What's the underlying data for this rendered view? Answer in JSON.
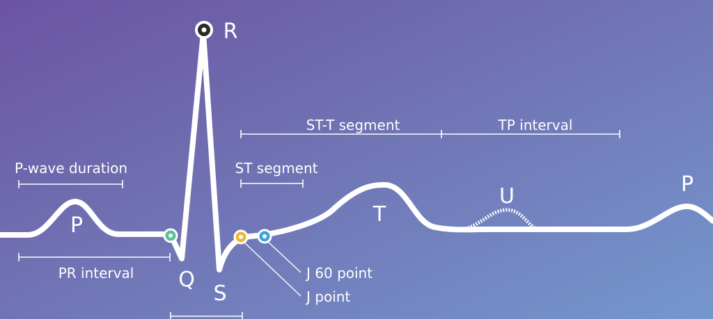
{
  "waves": {
    "p1": "P",
    "q": "Q",
    "r": "R",
    "s": "S",
    "t": "T",
    "u": "U",
    "p2": "P"
  },
  "intervals": {
    "p_wave_duration": "P-wave duration",
    "pr_interval": "PR interval",
    "st_segment": "ST segment",
    "st_t_segment": "ST-T segment",
    "tp_interval": "TP interval"
  },
  "points": {
    "j_point": "J point",
    "j60_point": "J 60 point"
  },
  "colors": {
    "background_start": "#6b54a2",
    "background_end": "#7597cd",
    "trace": "#ffffff",
    "pr_marker": "#5dbf9a",
    "j_marker": "#f2b632",
    "j60_marker": "#3aa3de",
    "r_marker": "#2b2b2b"
  }
}
